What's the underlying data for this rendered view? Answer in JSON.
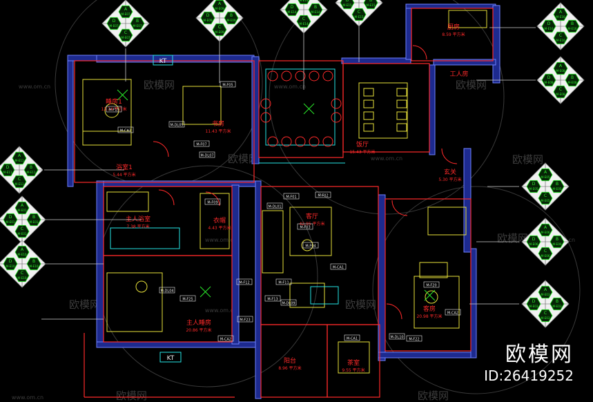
{
  "rooms": [
    {
      "id": "bedroom1",
      "name": "睡房1",
      "area": "13.74 平方米"
    },
    {
      "id": "study",
      "name": "书房",
      "area": "11.43 平方米"
    },
    {
      "id": "dining",
      "name": "饭厅",
      "area": "15.43 平方米"
    },
    {
      "id": "kitchen",
      "name": "厨房",
      "area": "8.59 平方米"
    },
    {
      "id": "maid",
      "name": "工人房",
      "area": ""
    },
    {
      "id": "bath1",
      "name": "浴室1",
      "area": "5.44 平方米"
    },
    {
      "id": "entry",
      "name": "玄关",
      "area": "5.30 平方米"
    },
    {
      "id": "masterbath",
      "name": "主人浴室",
      "area": "7.38 平方米"
    },
    {
      "id": "closet",
      "name": "衣帽",
      "area": "4.43 平方米"
    },
    {
      "id": "living",
      "name": "客厅",
      "area": "42.95 平方米"
    },
    {
      "id": "masterbed",
      "name": "主人睡房",
      "area": "20.86 平方米"
    },
    {
      "id": "guest",
      "name": "客房",
      "area": "20.98 平方米"
    },
    {
      "id": "balcony",
      "name": "阳台",
      "area": "8.96 平方米"
    },
    {
      "id": "tea",
      "name": "茶室",
      "area": "9.55 平方米"
    }
  ],
  "tags": [
    {
      "id": "t1",
      "text": "M-F15"
    },
    {
      "id": "t2",
      "text": "M-CA2"
    },
    {
      "id": "t3",
      "text": "M-DL05"
    },
    {
      "id": "t4",
      "text": "M-F05"
    },
    {
      "id": "t5",
      "text": "M-F07"
    },
    {
      "id": "t6",
      "text": "M-DL07"
    },
    {
      "id": "t7",
      "text": "M-F09"
    },
    {
      "id": "t8",
      "text": "M-F01"
    },
    {
      "id": "t9",
      "text": "M-DL01"
    },
    {
      "id": "t10",
      "text": "M-F02"
    },
    {
      "id": "t11",
      "text": "M-F03"
    },
    {
      "id": "t12",
      "text": "M-F04"
    },
    {
      "id": "t13",
      "text": "M-CA1"
    },
    {
      "id": "t14",
      "text": "M-F11"
    },
    {
      "id": "t15",
      "text": "M-F13"
    },
    {
      "id": "t16",
      "text": "M-DL09"
    },
    {
      "id": "t17",
      "text": "M-CA1"
    },
    {
      "id": "t18",
      "text": "M-F12"
    },
    {
      "id": "t19",
      "text": "M-CA2"
    },
    {
      "id": "t20",
      "text": "M-DL10"
    },
    {
      "id": "t21",
      "text": "M-F22"
    },
    {
      "id": "t22",
      "text": "M-F20"
    },
    {
      "id": "t23",
      "text": "M-CA2"
    },
    {
      "id": "t24",
      "text": "M-DL04"
    },
    {
      "id": "t25",
      "text": "M-F25"
    },
    {
      "id": "t26",
      "text": "M-F23"
    }
  ],
  "stairs": [
    {
      "id": "kt1",
      "text": "KT"
    },
    {
      "id": "kt2",
      "text": "KT"
    }
  ],
  "callouts": [
    {
      "id": "c1",
      "a": "M-E07",
      "b": "M-E07",
      "c": "M-E07",
      "d": "M-E07"
    },
    {
      "id": "c2",
      "a": "M-E09",
      "b": "M-E09",
      "c": "M-E09",
      "d": "M-E09"
    },
    {
      "id": "c3",
      "a": "M-E14",
      "b": "M-E14",
      "c": "M-E14",
      "d": "M-E14"
    },
    {
      "id": "c4",
      "a": "M-E15",
      "b": "M-E15",
      "c": "M-E15",
      "d": "M-E15"
    },
    {
      "id": "c5",
      "a": "M-E16",
      "b": "M-E16",
      "c": "M-E16",
      "d": "M-E16"
    },
    {
      "id": "c6",
      "a": "M-E08",
      "b": "M-E08",
      "c": "M-E08",
      "d": "M-E08"
    },
    {
      "id": "c7",
      "a": "M-E11",
      "b": "M-E11",
      "c": "M-E11",
      "d": "M-E11"
    },
    {
      "id": "c8",
      "a": "M-E05",
      "b": "M-E05",
      "c": "M-E05",
      "d": "M-E05"
    },
    {
      "id": "c9",
      "a": "M-E01",
      "b": "M-E01",
      "c": "M-E01",
      "d": "M-E01"
    },
    {
      "id": "c10",
      "a": "M-E06",
      "b": "M-E06",
      "c": "M-E06",
      "d": "M-E06"
    },
    {
      "id": "c11",
      "a": "M-E10",
      "b": "M-E10",
      "c": "M-E10",
      "d": "M-E10"
    },
    {
      "id": "c12",
      "a": "M-E03",
      "b": "M-E03",
      "c": "M-E03",
      "d": "M-E03"
    }
  ],
  "watermark": {
    "text": "欧模网",
    "url": "www.om.cn"
  },
  "brand": "欧模网",
  "product_id": "ID:26419252",
  "colors": {
    "wall": "#2a3aa8",
    "wallEdge": "#6f82ff",
    "red": "#ff2a2a",
    "yellow": "#e8e23a",
    "green": "#2cf02c",
    "cyan": "#26e6e6",
    "white": "#f2f2f2",
    "dim": "#9a9a9a"
  }
}
